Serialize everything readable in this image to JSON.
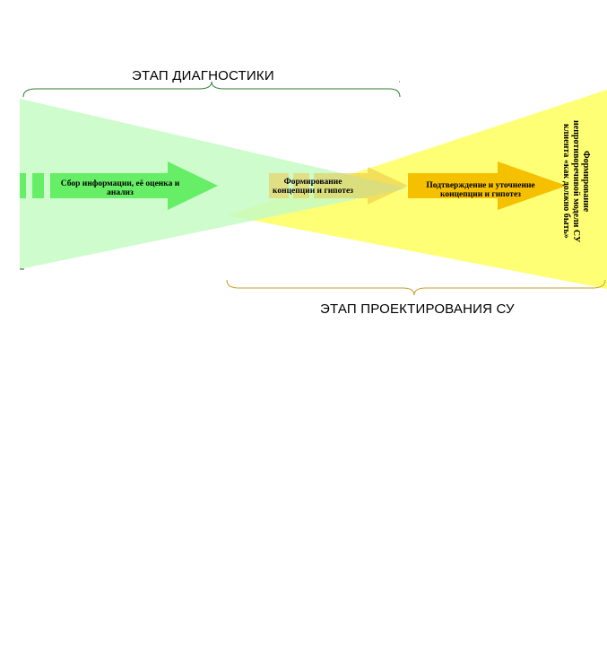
{
  "stages": {
    "diagnostics_label": "ЭТАП ДИАГНОСТИКИ",
    "design_label": "ЭТАП ПРОЕКТИРОВАНИЯ СУ"
  },
  "steps": {
    "step1_line1": "Сбор информации, её оценка и",
    "step1_line2": "анализ",
    "step2_line1": "Формирование",
    "step2_line2": "концепции и гипотез",
    "step3_line1": "Подтверждение и уточнение",
    "step3_line2": "концепции и гипотез"
  },
  "result": {
    "line1": "Формирование",
    "line2": "непротиворечивой модели СУ",
    "line3": "клиента «как должно быть»"
  },
  "colors": {
    "diagnostics_triangle": "#c6fbc4",
    "design_triangle": "#ffff66",
    "green_arrow": "#66ee66",
    "orange_arrow": "#f5c000",
    "diag_brace": "#2e7d32",
    "design_brace": "#cc9a2e"
  }
}
